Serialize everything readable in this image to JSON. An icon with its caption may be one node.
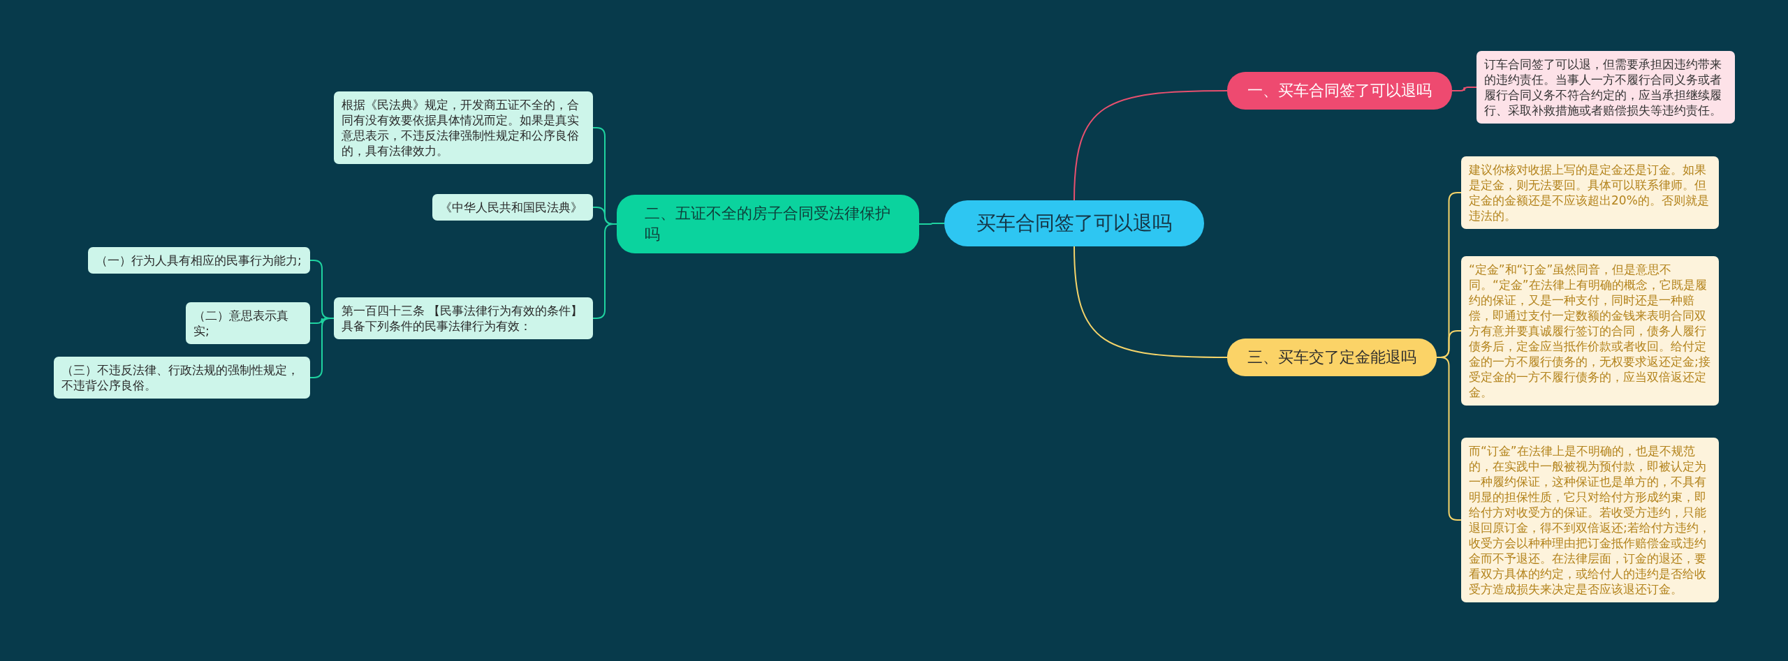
{
  "diagram": {
    "nodes": [
      {
        "text": [
          "买车合同签了可以退吗"
        ]
      },
      {
        "text": [
          "一、买车合同签了可以退吗"
        ]
      },
      {
        "text": [
          "订车合同签了可以退，但需要承担因违约带来的违约责任。当事人一方不履行合同义务或者履行合同义务不符合约定的，应当承担继续履行、采取补救措施或者赔偿损失等违约责任。"
        ]
      },
      {
        "text": [
          "二、五证不全的房子合同受法律保护吗"
        ]
      },
      {
        "text": [
          "根据《民法典》规定，开发商五证不全的，合同有没有效要依据具体情况而定。如果是真实意思表示，不违反法律强制性规定和公序良俗的，具有法律效力。"
        ]
      },
      {
        "text": [
          "《中华人民共和国民法典》"
        ]
      },
      {
        "text": [
          "第一百四十三条 【民事法律行为有效的条件】具备下列条件的民事法律行为有效："
        ]
      },
      {
        "text": [
          "（一）行为人具有相应的民事行为能力;"
        ]
      },
      {
        "text": [
          "（二）意思表示真实;"
        ]
      },
      {
        "text": [
          "（三）不违反法律、行政法规的强制性规定，不违背公序良俗。"
        ]
      },
      {
        "text": [
          "三、买车交了定金能退吗"
        ]
      },
      {
        "text": [
          "建议你核对收据上写的是定金还是订金。如果是定金，则无法要回。具体可以联系律师。但定金的金额还是不应该超出20%的。否则就是违法的。"
        ]
      },
      {
        "text": [
          "“定金”和“订金”虽然同音，但是意思不同。“定金”在法律上有明确的概念，它既是履约的保证，又是一种支付，同时还是一种赔偿，即通过支付一定数额的金钱来表明合同双方有意并要真诚履行签订的合同，债务人履行债务后，定金应当抵作价款或者收回。给付定金的一方不履行债务的，无权要求返还定金;接受定金的一方不履行债务的，应当双倍返还定金。"
        ]
      },
      {
        "text": [
          "而“订金”在法律上是不明确的，也是不规范的，在实践中一般被视为预付款，即被认定为一种履约保证，这种保证也是单方的，不具有明显的担保性质，它只对给付方形成约束，即给付方对收受方的保证。若收受方违约，只能退回原订金，得不到双倍返还;若给付方违约，收受方会以种种理由把订金抵作赔偿金或违约金而不予退还。在法律层面，订金的退还，要看双方具体的约定，或给付人的违约是否给收受方造成损失来决定是否应该退还订金。"
        ]
      }
    ],
    "edges": [
      {
        "from": 0,
        "to": 1,
        "arrow": "none",
        "color": "#e8506f"
      },
      {
        "from": 1,
        "to": 2,
        "arrow": "none",
        "color": "#e8506f"
      },
      {
        "from": 0,
        "to": 3,
        "arrow": "none",
        "color": "#1fd3a0"
      },
      {
        "from": 3,
        "to": 4,
        "arrow": "none",
        "color": "#1fd3a0"
      },
      {
        "from": 3,
        "to": 5,
        "arrow": "none",
        "color": "#1fd3a0"
      },
      {
        "from": 3,
        "to": 6,
        "arrow": "none",
        "color": "#1fd3a0"
      },
      {
        "from": 6,
        "to": 7,
        "arrow": "none",
        "color": "#1fd3a0"
      },
      {
        "from": 6,
        "to": 8,
        "arrow": "none",
        "color": "#1fd3a0"
      },
      {
        "from": 6,
        "to": 9,
        "arrow": "none",
        "color": "#1fd3a0"
      },
      {
        "from": 0,
        "to": 10,
        "arrow": "none",
        "color": "#f5d46a"
      },
      {
        "from": 10,
        "to": 11,
        "arrow": "none",
        "color": "#f5d46a"
      },
      {
        "from": 10,
        "to": 12,
        "arrow": "none",
        "color": "#f5d46a"
      },
      {
        "from": 10,
        "to": 13,
        "arrow": "none",
        "color": "#f5d46a"
      }
    ]
  }
}
